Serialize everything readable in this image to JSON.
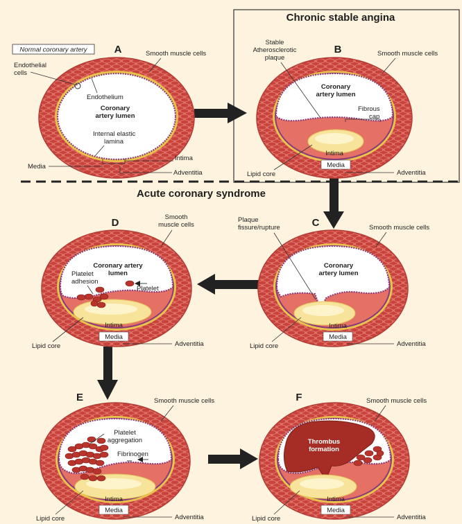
{
  "headings": {
    "chronic": "Chronic stable angina",
    "acute": "Acute coronary syndrome",
    "normal_box": "Normal coronary artery"
  },
  "panels": {
    "A": {
      "letter": "A",
      "smooth": "Smooth muscle cells",
      "endothelial_1": "Endothelial",
      "endothelial_2": "cells",
      "endothelium": "Endothelium",
      "lumen_1": "Coronary",
      "lumen_2": "artery lumen",
      "iel_1": "Internal elastic",
      "iel_2": "lamina",
      "intima": "Intima",
      "media": "Media",
      "adventitia": "Adventitia"
    },
    "B": {
      "letter": "B",
      "smooth": "Smooth muscle cells",
      "plaque_1": "Stable",
      "plaque_2": "Atherosclerotic",
      "plaque_3": "plaque",
      "lumen_1": "Coronary",
      "lumen_2": "artery lumen",
      "fibrous_1": "Fibrous",
      "fibrous_2": "cap",
      "intima": "Intima",
      "media": "Media",
      "lipid": "Lipid core",
      "adventitia": "Adventitia"
    },
    "C": {
      "letter": "C",
      "smooth": "Smooth muscle cells",
      "rupture_1": "Plaque",
      "rupture_2": "fissure/rupture",
      "lumen_1": "Coronary",
      "lumen_2": "artery lumen",
      "intima": "Intima",
      "media": "Media",
      "lipid": "Lipid core",
      "adventitia": "Adventitia"
    },
    "D": {
      "letter": "D",
      "smooth_1": "Smooth",
      "smooth_2": "muscle cells",
      "lumen_1": "Coronary artery",
      "lumen_2": "lumen",
      "adhesion_1": "Platelet",
      "adhesion_2": "adhesion",
      "platelet": "Platelet",
      "intima": "Intima",
      "media": "Media",
      "lipid": "Lipid core",
      "adventitia": "Adventitia"
    },
    "E": {
      "letter": "E",
      "smooth": "Smooth muscle cells",
      "aggregation_1": "Platelet",
      "aggregation_2": "aggregation",
      "fibrinogen": "Fibrinogen",
      "intima": "Intima",
      "media": "Media",
      "lipid": "Lipid core",
      "adventitia": "Adventitia"
    },
    "F": {
      "letter": "F",
      "smooth": "Smooth muscle cells",
      "thrombus_1": "Thrombus",
      "thrombus_2": "formation",
      "intima": "Intima",
      "media": "Media",
      "lipid": "Lipid core",
      "adventitia": "Adventitia"
    }
  },
  "colors": {
    "background": "#fdf3df",
    "media_wall": "#dd5f55",
    "muscle_cell": "#c8433c",
    "internal_lamina": "#e9c34c",
    "lipid_core": "#f7e49a",
    "thrombus": "#a52d25"
  }
}
